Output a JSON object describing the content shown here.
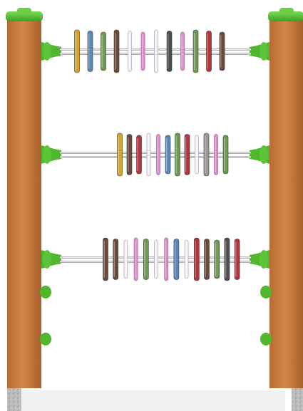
{
  "scene": {
    "subject": "abacus-frame",
    "colors": {
      "post_wood": "#c97a3e",
      "post_wood_shade": "#a85f2a",
      "post_wood_light": "#db9256",
      "cap_green": "#5cc43a",
      "bracket_green": "#4fb82e",
      "bracket_dark": "#2f8a1c",
      "concrete": "#b9b9b9",
      "concrete_dark": "#8f8f8f",
      "rod": "#c8c8c8",
      "rod_highlight": "#f2f2f2"
    },
    "rows": [
      {
        "name": "top",
        "discs": [
          "yellow",
          "blue",
          "green",
          "brown",
          "white",
          "pink",
          "white",
          "darkgray",
          "pink",
          "green",
          "red",
          "brown"
        ]
      },
      {
        "name": "middle",
        "discs": [
          "yellow",
          "brown",
          "red",
          "white",
          "pink",
          "blue",
          "green",
          "red",
          "white",
          "gray",
          "pink",
          "green"
        ]
      },
      {
        "name": "bottom",
        "discs": [
          "brown",
          "brown",
          "white",
          "pink",
          "green",
          "white",
          "pink",
          "blue",
          "white",
          "red",
          "brown",
          "green",
          "darkgray",
          "red"
        ]
      }
    ],
    "disc_palette": {
      "yellow": "#d8a32a",
      "blue": "#5b86b8",
      "green": "#6f9a52",
      "brown": "#6b4a3b",
      "white": "#f4f4f4",
      "pink": "#d98fc9",
      "darkgray": "#4d4d4d",
      "gray": "#9a9a9a",
      "red": "#b2343c"
    }
  }
}
